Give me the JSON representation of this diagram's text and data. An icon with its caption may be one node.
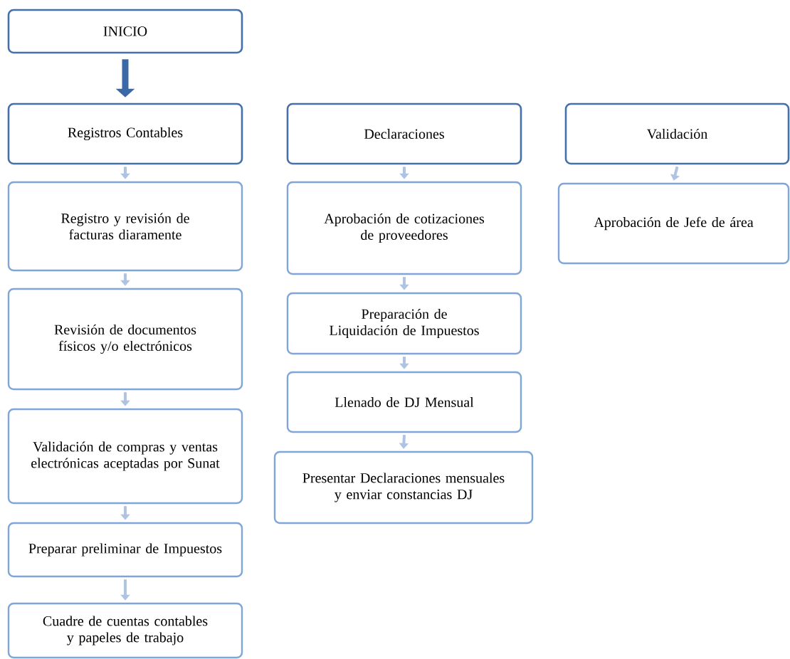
{
  "diagram": {
    "nodes": [
      {
        "text": [
          "INICIO"
        ]
      },
      {
        "text": [
          "Registros Contables"
        ]
      },
      {
        "text": [
          "Registro y revisión de facturas diaramente"
        ]
      },
      {
        "text": [
          "Revisión de documentos físicos y/o electrónicos"
        ]
      },
      {
        "text": [
          "Validación de compras y ventas electrónicas aceptadas por Sunat"
        ]
      },
      {
        "text": [
          "Preparar preliminar de Impuestos"
        ]
      },
      {
        "text": [
          "Cuadre de cuentas contables y papeles de trabajo"
        ]
      },
      {
        "text": [
          "Declaraciones"
        ]
      },
      {
        "text": [
          "Aprobación de cotizaciones de proveedores"
        ]
      },
      {
        "text": [
          "Preparación de Liquidación de Impuestos"
        ]
      },
      {
        "text": [
          "Llenado de DJ Mensual"
        ]
      },
      {
        "text": [
          "Presentar Declaraciones mensuales y enviar constancias DJ"
        ]
      },
      {
        "text": [
          "Validación"
        ]
      },
      {
        "text": [
          "Aprobación de Jefe de área"
        ]
      }
    ],
    "edges": [
      {
        "from": 0,
        "to": 1,
        "arrow": "to",
        "style": "thick",
        "color": "#3b68a6"
      },
      {
        "from": 1,
        "to": 2,
        "arrow": "to"
      },
      {
        "from": 2,
        "to": 3,
        "arrow": "to"
      },
      {
        "from": 3,
        "to": 4,
        "arrow": "to"
      },
      {
        "from": 4,
        "to": 5,
        "arrow": "to"
      },
      {
        "from": 5,
        "to": 6,
        "arrow": "to"
      },
      {
        "from": 7,
        "to": 8,
        "arrow": "to"
      },
      {
        "from": 8,
        "to": 9,
        "arrow": "to"
      },
      {
        "from": 9,
        "to": 10,
        "arrow": "to"
      },
      {
        "from": 10,
        "to": 11,
        "arrow": "to"
      },
      {
        "from": 12,
        "to": 13,
        "arrow": "to"
      }
    ]
  }
}
